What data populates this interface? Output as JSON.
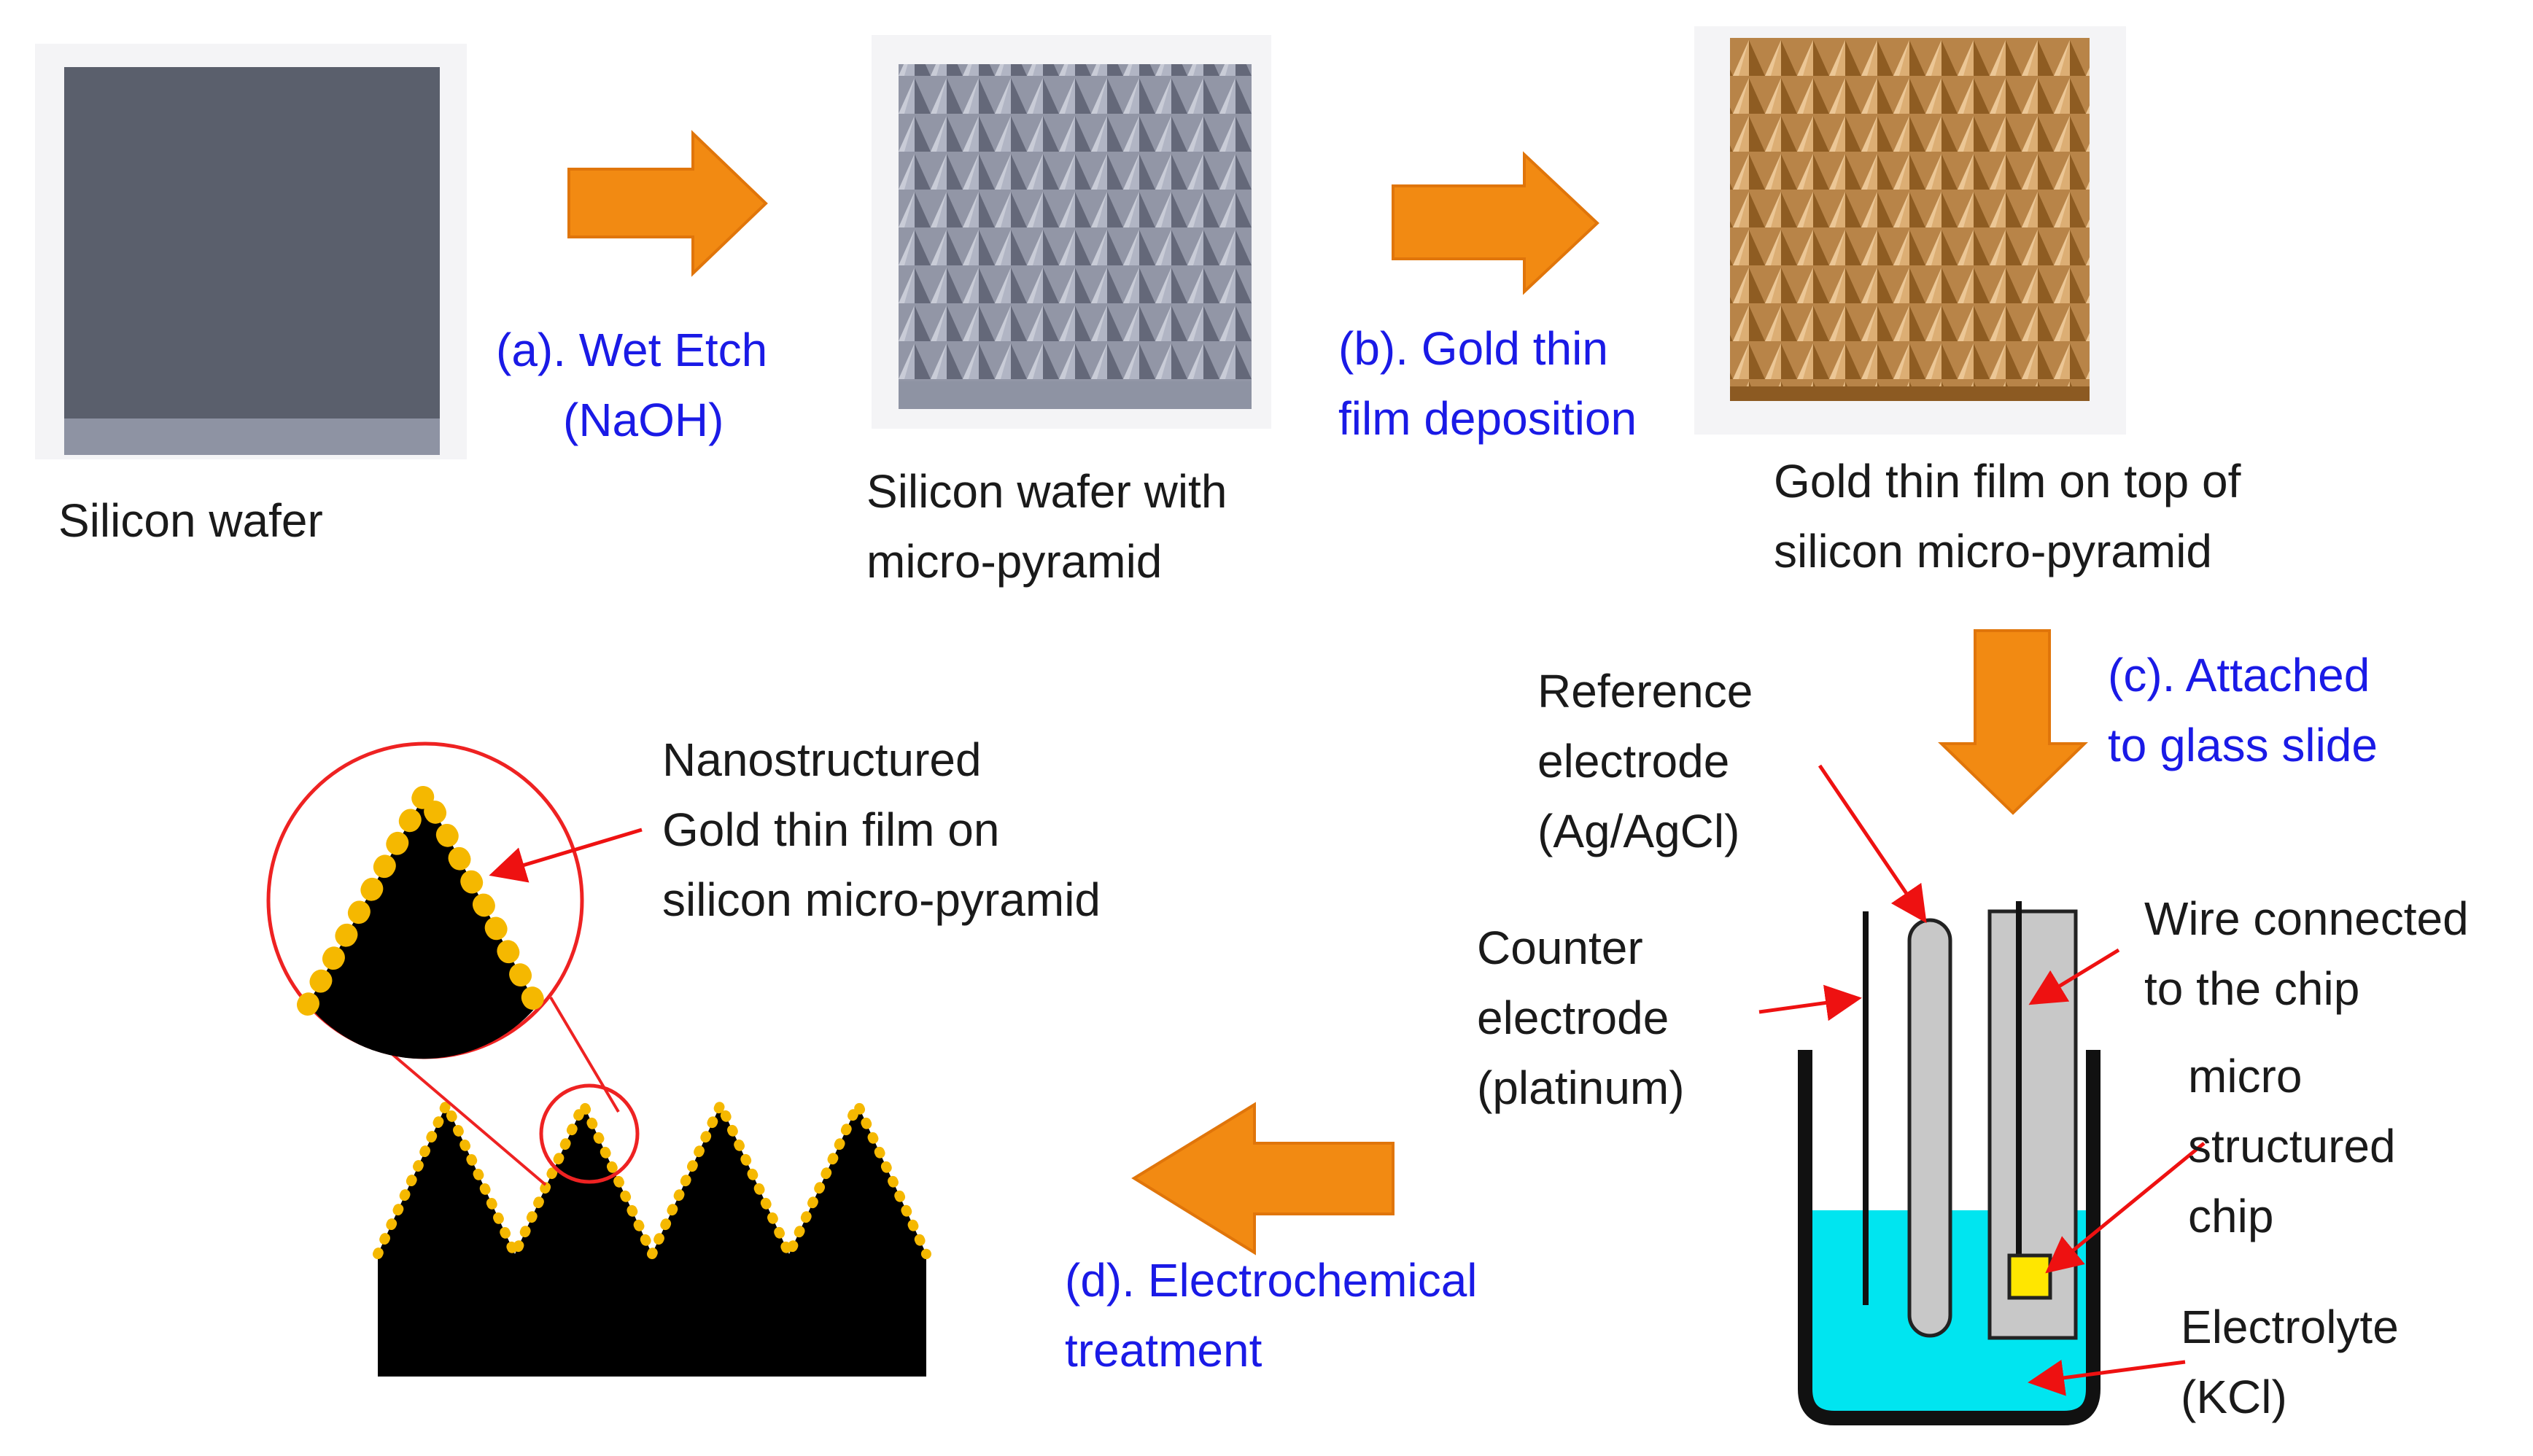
{
  "colors": {
    "arrow": "#f28a12",
    "arrow_edge": "#e0750a",
    "step_text": "#1a1ae6",
    "body_text": "#1a1a1a",
    "wafer_face": "#5a5f6c",
    "wafer_edge": "#8e93a3",
    "pyramid_light": "#a9adbd",
    "pyramid_dark": "#5b5f70",
    "gold_light": "#d9a86c",
    "gold_dark": "#8e5c22",
    "electrolyte": "#00e5f0",
    "electrode_gray": "#c8c8c8",
    "chip": "#ffe600",
    "nanoparticle": "#f5b800",
    "pointer": "#ee1111",
    "zoom_circle": "#ee2222"
  },
  "icons": {
    "process_arrow": "orange-block-arrow-icon",
    "pointer": "red-pointer-arrow-icon"
  },
  "labels": {
    "silicon_wafer": "Silicon wafer",
    "step_a": [
      "(a). Wet Etch",
      "(NaOH)"
    ],
    "wafer_pyramid": [
      "Silicon wafer with",
      "micro-pyramid"
    ],
    "step_b": [
      "(b). Gold thin",
      "film deposition"
    ],
    "gold_film": [
      "Gold thin film on top of",
      "silicon micro-pyramid"
    ],
    "step_c": [
      "(c). Attached",
      "to glass slide"
    ],
    "reference_electrode": [
      "Reference",
      "electrode",
      "(Ag/AgCl)"
    ],
    "counter_electrode": [
      "Counter",
      "electrode",
      "(platinum)"
    ],
    "wire_connected": [
      "Wire connected",
      "to the chip"
    ],
    "micro_chip": [
      "micro",
      "structured",
      "chip"
    ],
    "electrolyte": [
      "Electrolyte",
      "(KCl)"
    ],
    "nanostructured": [
      "Nanostructured",
      "Gold thin film on",
      "silicon micro-pyramid"
    ],
    "step_d": [
      "(d). Electrochemical",
      "treatment"
    ]
  }
}
